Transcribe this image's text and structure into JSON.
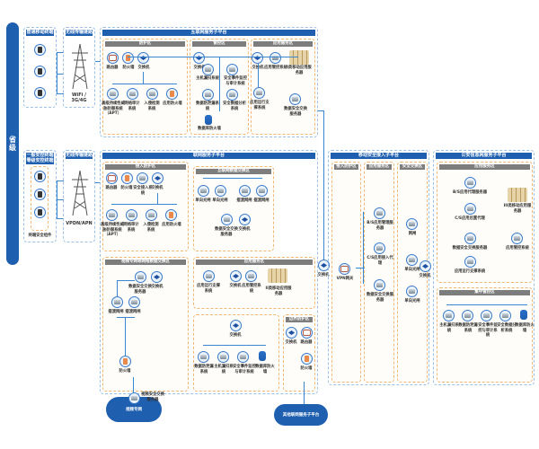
{
  "side_label": "省级",
  "top": {
    "terminals_header": "普通移动终端",
    "wireless_header": "无线传输链路",
    "wireless_label": "WiFi / 3G/4G",
    "platform_header": "互联网服务子平台",
    "zones": [
      {
        "title": "防护区",
        "items": [
          "路由器",
          "防火墙",
          "交换机",
          "高级持续性威胁防御系统（APT）",
          "网络审计系统",
          "入侵检测系统",
          "应用防火墙"
        ]
      },
      {
        "title": "管控区",
        "items": [
          "交换机",
          "主机漏扫系统",
          "安全事件监控与审计系统",
          "数据防泄漏系统",
          "安全数据分析系统",
          "数据库防火墙"
        ]
      },
      {
        "title": "应用服务区",
        "items": [
          "交换机",
          "应用管控系统",
          "I类移动应用服务器",
          "应用运行支撑系统",
          "数据安全交换服务器"
        ]
      }
    ]
  },
  "bottom": {
    "terminals_header": "一般安控终端\n零级安控终端",
    "terminal_security": "终端安全组件",
    "wireless_header": "无线传输链路",
    "wireless_label": "VPDN/APN",
    "platform_header": "联网服务子平台",
    "access_zone": {
      "title": "接入防护区",
      "items": [
        "路由器",
        "防火墙",
        "安全接入系统",
        "交换机",
        "高级持续性威胁防御系统（APT）",
        "网络审计系统",
        "入侵检测系统",
        "应用防火墙"
      ]
    },
    "internal_exchange_zone": {
      "title": "互联网数据交换区",
      "items": [
        "单向光闸",
        "单向光闸",
        "摆渡网闸",
        "摆渡网闸",
        "数据安全交换服务器",
        "交换机"
      ]
    },
    "private_exchange_zone": {
      "title": "视频专网等网络数据交换区",
      "items": [
        "数据安全交换服务器",
        "交换机",
        "摆渡网闸",
        "摆渡网闸",
        "防火墙"
      ]
    },
    "app_zone": {
      "title": "应用服务区",
      "items": [
        "应用运行支撑系统",
        "交换机",
        "应用管控系统",
        "II类移动应用服务器"
      ]
    },
    "mgmt_zone": {
      "items": [
        "交换机",
        "数据防泄漏系统",
        "主机漏扫系统",
        "安全事件监控与审计系统",
        "数据库防火墙"
      ]
    },
    "border_zone": {
      "title": "边界防护区",
      "items": [
        "交换机",
        "路由器",
        "防火墙"
      ]
    },
    "clouds": [
      "视频专网",
      "其他联网服务子平台"
    ],
    "cloud_server_label": "视频安全交换服务器"
  },
  "mobile_access": {
    "header": "移动安全接入子平台",
    "cols": [
      "接入防护区",
      "应用服务区",
      "安全交换区"
    ],
    "items": [
      "VPN网关",
      "B/S应用管理服务器",
      "C/S应用接入代理",
      "数据安全交换服务器",
      "网闸",
      "单向光闸",
      "单向光闸",
      "交换机"
    ]
  },
  "police_net": {
    "header": "公安信息网服务子平台",
    "app_zone": {
      "title": "应用服务区",
      "items": [
        "B/S应用代理服务器",
        "C/S应用后置代理",
        "数据安全交换服务器",
        "应用运行支撑系统",
        "III类移动应用服务器",
        "应用管控系统"
      ]
    },
    "mgmt_zone": {
      "title": "集中管控区",
      "items": [
        "主机漏扫系统",
        "数据防泄漏系统",
        "安全事件监控与审计系统",
        "安全数据分析系统",
        "数据库防火墙"
      ]
    }
  }
}
